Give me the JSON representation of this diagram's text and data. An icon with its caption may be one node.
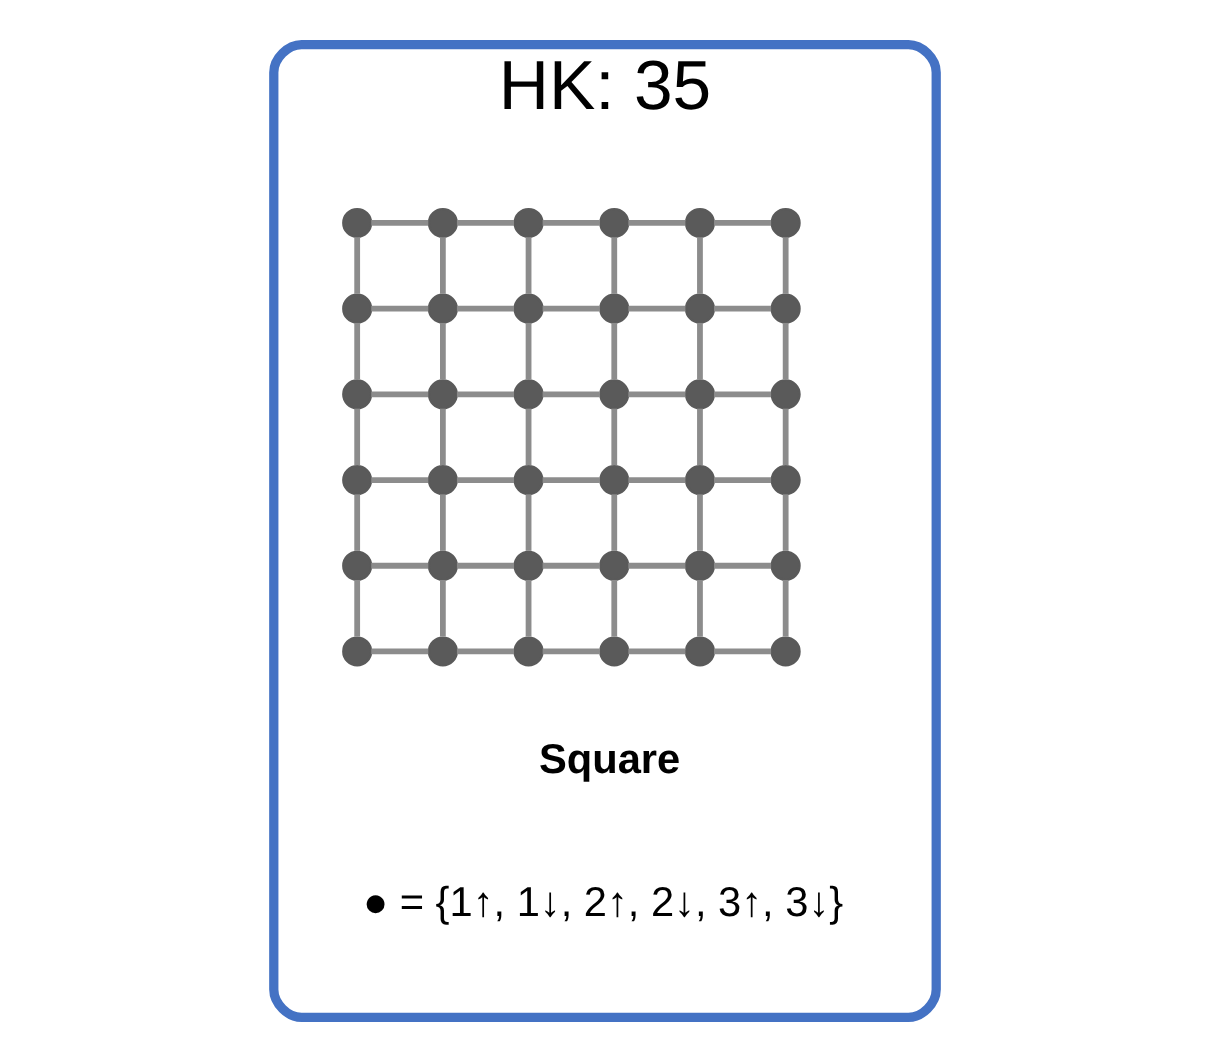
{
  "diagram": {
    "nodes": [
      {
        "text": [
          "HK: 35"
        ]
      },
      {
        "text": [],
        "shape": "circle",
        "in": 0
      },
      {
        "text": [],
        "shape": "circle",
        "in": 0
      },
      {
        "text": [],
        "shape": "circle",
        "in": 0
      },
      {
        "text": [],
        "shape": "circle",
        "in": 0
      },
      {
        "text": [],
        "shape": "circle",
        "in": 0
      },
      {
        "text": [],
        "shape": "circle",
        "in": 0
      },
      {
        "text": [],
        "shape": "circle",
        "in": 0
      },
      {
        "text": [],
        "shape": "circle",
        "in": 0
      },
      {
        "text": [],
        "shape": "circle",
        "in": 0
      },
      {
        "text": [],
        "shape": "circle",
        "in": 0
      },
      {
        "text": [],
        "shape": "circle",
        "in": 0
      },
      {
        "text": [],
        "shape": "circle",
        "in": 0
      },
      {
        "text": [],
        "shape": "circle",
        "in": 0
      },
      {
        "text": [],
        "shape": "circle",
        "in": 0
      },
      {
        "text": [],
        "shape": "circle",
        "in": 0
      },
      {
        "text": [],
        "shape": "circle",
        "in": 0
      },
      {
        "text": [],
        "shape": "circle",
        "in": 0
      },
      {
        "text": [],
        "shape": "circle",
        "in": 0
      },
      {
        "text": [],
        "shape": "circle",
        "in": 0
      },
      {
        "text": [],
        "shape": "circle",
        "in": 0
      },
      {
        "text": [],
        "shape": "circle",
        "in": 0
      },
      {
        "text": [],
        "shape": "circle",
        "in": 0
      },
      {
        "text": [],
        "shape": "circle",
        "in": 0
      },
      {
        "text": [],
        "shape": "circle",
        "in": 0
      },
      {
        "text": [],
        "shape": "circle",
        "in": 0
      },
      {
        "text": [],
        "shape": "circle",
        "in": 0
      },
      {
        "text": [],
        "shape": "circle",
        "in": 0
      },
      {
        "text": [],
        "shape": "circle",
        "in": 0
      },
      {
        "text": [],
        "shape": "circle",
        "in": 0
      },
      {
        "text": [],
        "shape": "circle",
        "in": 0
      },
      {
        "text": [],
        "shape": "circle",
        "in": 0
      },
      {
        "text": [],
        "shape": "circle",
        "in": 0
      },
      {
        "text": [],
        "shape": "circle",
        "in": 0
      },
      {
        "text": [],
        "shape": "circle",
        "in": 0
      },
      {
        "text": [],
        "shape": "circle",
        "in": 0
      },
      {
        "text": [],
        "shape": "circle",
        "in": 0
      }
    ],
    "edges": [
      {
        "from": 1,
        "to": 2,
        "arrow": "none"
      },
      {
        "from": 2,
        "to": 3,
        "arrow": "none"
      },
      {
        "from": 3,
        "to": 4,
        "arrow": "none"
      },
      {
        "from": 4,
        "to": 5,
        "arrow": "none"
      },
      {
        "from": 5,
        "to": 6,
        "arrow": "none"
      },
      {
        "from": 1,
        "to": 7,
        "arrow": "none"
      },
      {
        "from": 2,
        "to": 8,
        "arrow": "none"
      },
      {
        "from": 3,
        "to": 9,
        "arrow": "none"
      },
      {
        "from": 4,
        "to": 10,
        "arrow": "none"
      },
      {
        "from": 5,
        "to": 11,
        "arrow": "none"
      },
      {
        "from": 6,
        "to": 12,
        "arrow": "none"
      },
      {
        "from": 7,
        "to": 8,
        "arrow": "none"
      },
      {
        "from": 8,
        "to": 9,
        "arrow": "none"
      },
      {
        "from": 9,
        "to": 10,
        "arrow": "none"
      },
      {
        "from": 10,
        "to": 11,
        "arrow": "none"
      },
      {
        "from": 11,
        "to": 12,
        "arrow": "none"
      },
      {
        "from": 7,
        "to": 13,
        "arrow": "none"
      },
      {
        "from": 8,
        "to": 14,
        "arrow": "none"
      },
      {
        "from": 9,
        "to": 15,
        "arrow": "none"
      },
      {
        "from": 10,
        "to": 16,
        "arrow": "none"
      },
      {
        "from": 11,
        "to": 17,
        "arrow": "none"
      },
      {
        "from": 12,
        "to": 18,
        "arrow": "none"
      },
      {
        "from": 13,
        "to": 14,
        "arrow": "none"
      },
      {
        "from": 14,
        "to": 15,
        "arrow": "none"
      },
      {
        "from": 15,
        "to": 16,
        "arrow": "none"
      },
      {
        "from": 16,
        "to": 17,
        "arrow": "none"
      },
      {
        "from": 17,
        "to": 18,
        "arrow": "none"
      },
      {
        "from": 13,
        "to": 19,
        "arrow": "none"
      },
      {
        "from": 14,
        "to": 20,
        "arrow": "none"
      },
      {
        "from": 15,
        "to": 21,
        "arrow": "none"
      },
      {
        "from": 16,
        "to": 22,
        "arrow": "none"
      },
      {
        "from": 17,
        "to": 23,
        "arrow": "none"
      },
      {
        "from": 18,
        "to": 24,
        "arrow": "none"
      },
      {
        "from": 19,
        "to": 20,
        "arrow": "none"
      },
      {
        "from": 20,
        "to": 21,
        "arrow": "none"
      },
      {
        "from": 21,
        "to": 22,
        "arrow": "none"
      },
      {
        "from": 22,
        "to": 23,
        "arrow": "none"
      },
      {
        "from": 23,
        "to": 24,
        "arrow": "none"
      },
      {
        "from": 19,
        "to": 25,
        "arrow": "none"
      },
      {
        "from": 20,
        "to": 26,
        "arrow": "none"
      },
      {
        "from": 21,
        "to": 27,
        "arrow": "none"
      },
      {
        "from": 22,
        "to": 28,
        "arrow": "none"
      },
      {
        "from": 23,
        "to": 29,
        "arrow": "none"
      },
      {
        "from": 24,
        "to": 30,
        "arrow": "none"
      },
      {
        "from": 25,
        "to": 26,
        "arrow": "none"
      },
      {
        "from": 26,
        "to": 27,
        "arrow": "none"
      },
      {
        "from": 27,
        "to": 28,
        "arrow": "none"
      },
      {
        "from": 28,
        "to": 29,
        "arrow": "none"
      },
      {
        "from": 29,
        "to": 30,
        "arrow": "none"
      },
      {
        "from": 25,
        "to": 31,
        "arrow": "none"
      },
      {
        "from": 26,
        "to": 32,
        "arrow": "none"
      },
      {
        "from": 27,
        "to": 33,
        "arrow": "none"
      },
      {
        "from": 28,
        "to": 34,
        "arrow": "none"
      },
      {
        "from": 29,
        "to": 35,
        "arrow": "none"
      },
      {
        "from": 30,
        "to": 36,
        "arrow": "none"
      },
      {
        "from": 31,
        "to": 32,
        "arrow": "none"
      },
      {
        "from": 32,
        "to": 33,
        "arrow": "none"
      },
      {
        "from": 33,
        "to": 34,
        "arrow": "none"
      },
      {
        "from": 34,
        "to": 35,
        "arrow": "none"
      },
      {
        "from": 35,
        "to": 36,
        "arrow": "none"
      }
    ],
    "labels": [
      "Square",
      "● = {1↑, 1↓, 2↑, 2↓, 3↑, 3↓}"
    ]
  }
}
